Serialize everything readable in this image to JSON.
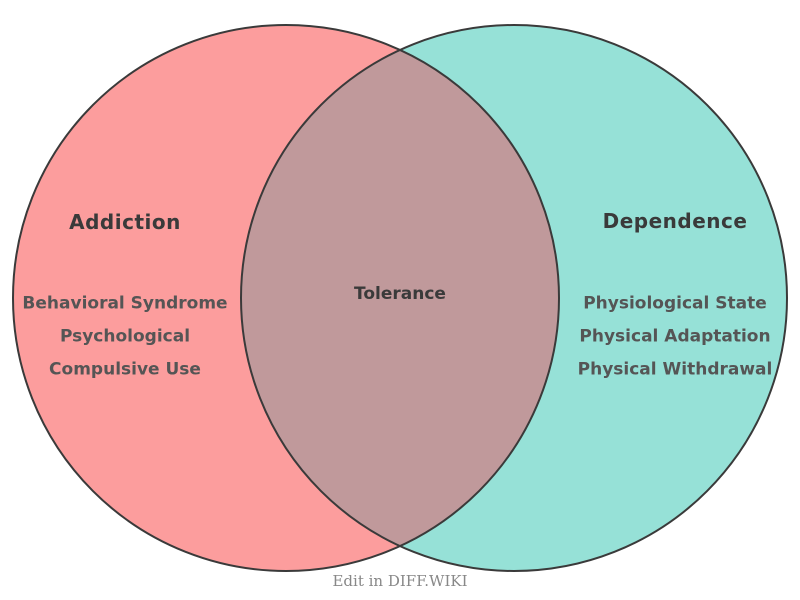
{
  "venn": {
    "left_circle": {
      "title": "Addiction",
      "items": [
        "Behavioral Syndrome",
        "Psychological",
        "Compulsive Use"
      ],
      "fill": "#FC9D9D"
    },
    "right_circle": {
      "title": "Dependence",
      "items": [
        "Physiological State",
        "Physical Adaptation",
        "Physical Withdrawal"
      ],
      "fill": "#96E1D7"
    },
    "overlap": {
      "label": "Tolerance",
      "fill": "#C0999B"
    },
    "stroke_color": "#3A3A3A",
    "title_color": "#3A3A3A",
    "item_color": "#555555"
  },
  "footer": {
    "label": "Edit in DIFF.WIKI",
    "color": "#888888"
  }
}
